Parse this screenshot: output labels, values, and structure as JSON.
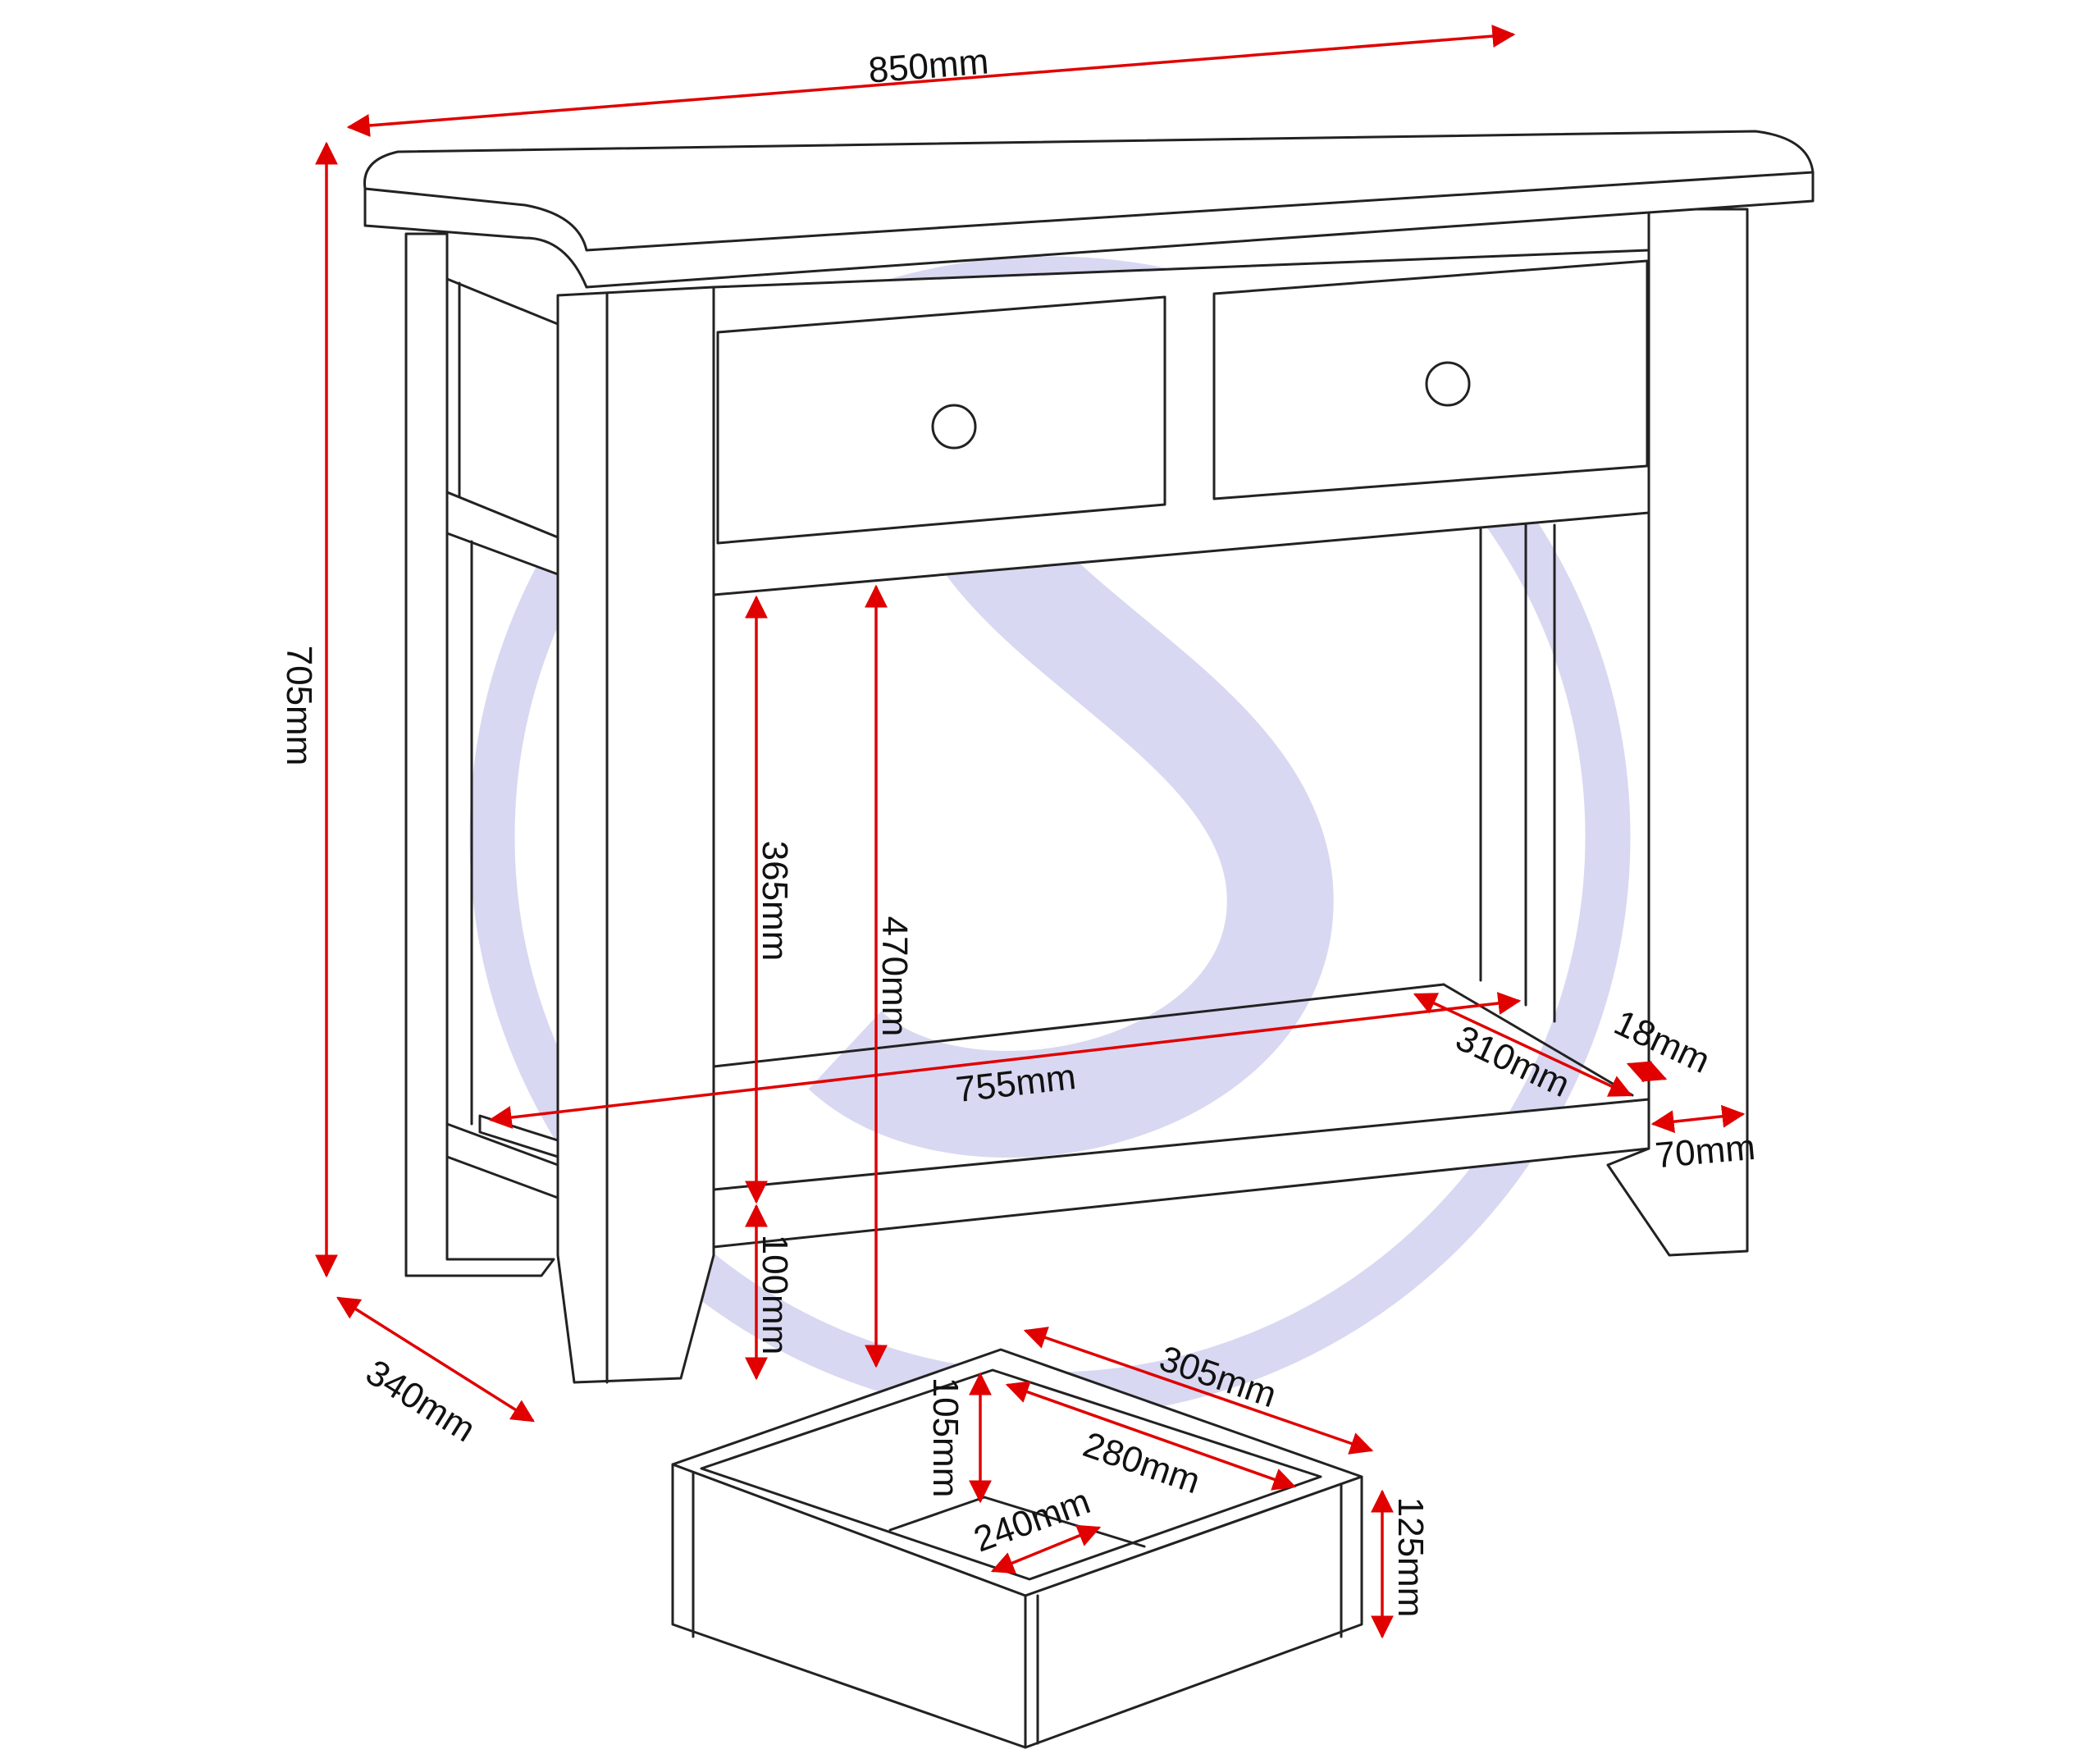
{
  "colors": {
    "outline": "#222222",
    "dimension": "#e00000",
    "watermark": "#8585d8",
    "background": "#ffffff"
  },
  "watermark": {
    "kind": "circle-s-logo"
  },
  "dimensions": {
    "width": "850mm",
    "height": "705mm",
    "depth": "340mm",
    "shelf_height": "365mm",
    "top_to_floor": "470mm",
    "shelf_clearance": "100mm",
    "shelf_width": "755mm",
    "shelf_depth": "310mm",
    "shelf_thickness": "18mm",
    "leg_width": "70mm",
    "drawer_width": "305mm",
    "drawer_inner_depth": "280mm",
    "drawer_inner_height": "105mm",
    "drawer_inner_width": "240mm",
    "drawer_height": "125mm"
  }
}
